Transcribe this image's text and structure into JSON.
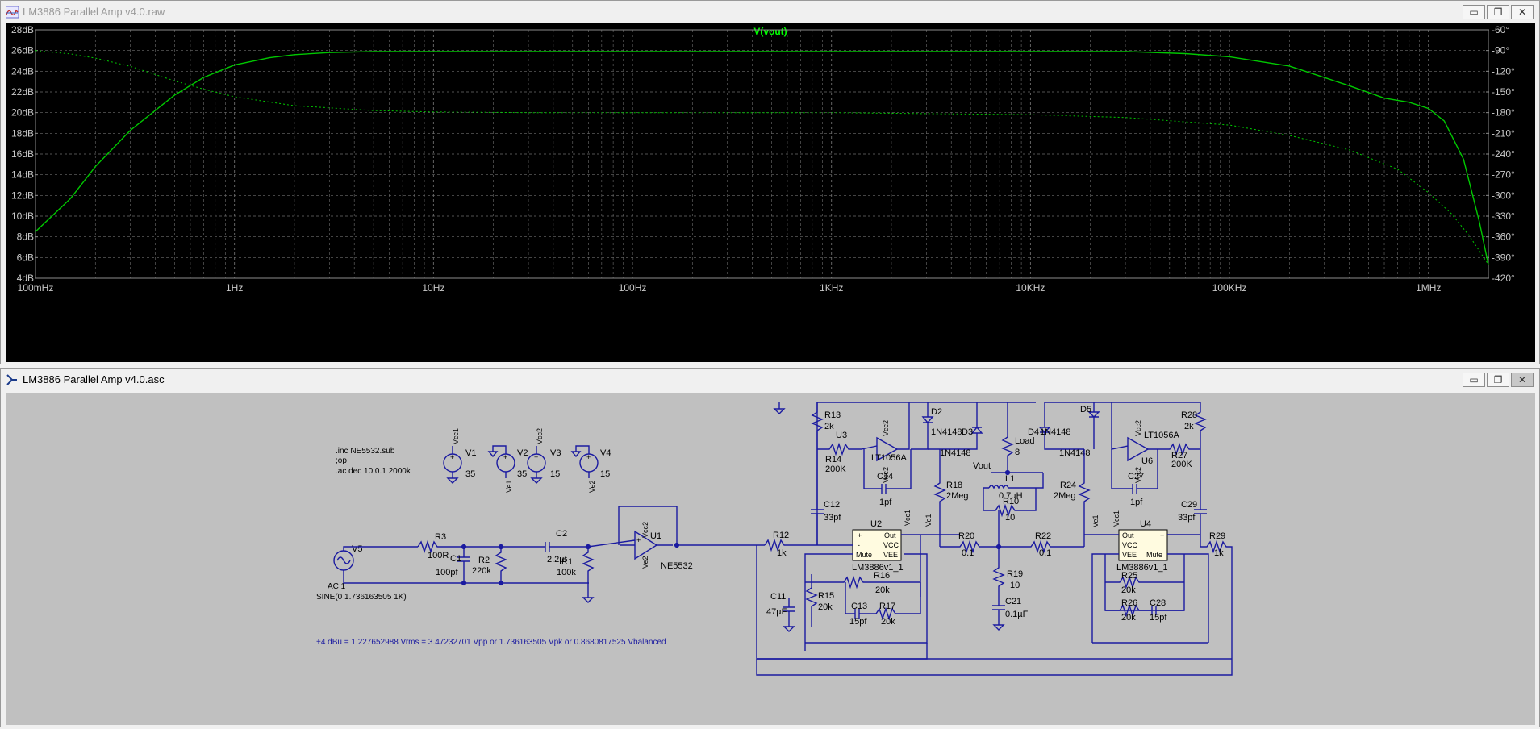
{
  "plot_window": {
    "title": "LM3886 Parallel Amp v4.0.raw",
    "trace_label": "V(vout)",
    "buttons": {
      "minimize": "▭",
      "restore": "❐",
      "close": "✕"
    }
  },
  "chart_data": {
    "type": "line",
    "title": "V(vout)",
    "x_scale": "log",
    "xlim": [
      0.1,
      2000000
    ],
    "x_tick_labels": [
      "100mHz",
      "1Hz",
      "10Hz",
      "100Hz",
      "1KHz",
      "10KHz",
      "100KHz",
      "1MHz"
    ],
    "x_tick_values": [
      0.1,
      1,
      10,
      100,
      1000,
      10000,
      100000,
      1000000
    ],
    "ylim_left": [
      4,
      28
    ],
    "y_left_tick_labels": [
      "28dB",
      "26dB",
      "24dB",
      "22dB",
      "20dB",
      "18dB",
      "16dB",
      "14dB",
      "12dB",
      "10dB",
      "8dB",
      "6dB",
      "4dB"
    ],
    "ylim_right": [
      -420,
      -60
    ],
    "y_right_tick_labels": [
      "-60°",
      "-90°",
      "-120°",
      "-150°",
      "-180°",
      "-210°",
      "-240°",
      "-270°",
      "-300°",
      "-330°",
      "-360°",
      "-390°",
      "-420°"
    ],
    "grid": true,
    "colors": {
      "background": "#000000",
      "trace": "#00c800",
      "grid": "#6e6e6e",
      "axis_text": "#c8c8c8",
      "title_text": "#00ff00"
    },
    "series": [
      {
        "name": "V(vout)",
        "axis": "left",
        "style": "solid",
        "x": [
          0.1,
          0.15,
          0.2,
          0.3,
          0.5,
          0.7,
          1,
          1.5,
          2,
          3,
          5,
          10,
          20,
          100,
          1000,
          10000,
          30000,
          60000,
          100000,
          200000,
          400000,
          600000,
          800000,
          1000000,
          1200000,
          1500000,
          1800000,
          2000000
        ],
        "y": [
          8.5,
          11.7,
          14.8,
          18.3,
          21.7,
          23.4,
          24.6,
          25.3,
          25.6,
          25.8,
          25.9,
          25.9,
          25.9,
          25.9,
          25.9,
          25.9,
          25.9,
          25.7,
          25.4,
          24.5,
          22.6,
          21.4,
          21.0,
          20.4,
          19.2,
          15.5,
          9.5,
          5.3
        ]
      },
      {
        "name": "V(vout) phase",
        "axis": "right",
        "style": "dashed",
        "x": [
          0.1,
          0.15,
          0.2,
          0.3,
          0.5,
          0.7,
          1,
          2,
          5,
          10,
          30,
          100,
          1000,
          10000,
          30000,
          100000,
          200000,
          400000,
          700000,
          1000000,
          1300000,
          1600000,
          2000000
        ],
        "y": [
          -90,
          -95,
          -101,
          -113,
          -134,
          -146,
          -157,
          -170,
          -177,
          -179,
          -180,
          -180,
          -180,
          -183,
          -187,
          -198,
          -213,
          -234,
          -262,
          -296,
          -326,
          -358,
          -400
        ]
      }
    ]
  },
  "schematic_window": {
    "title": "LM3886 Parallel Amp v4.0.asc",
    "buttons": {
      "minimize": "▭",
      "restore": "❐",
      "close": "✕"
    },
    "directives": [
      ".inc NE5532.sub",
      ";op",
      ".ac dec 10 0.1 2000k"
    ],
    "note": "+4 dBu = 1.227652988 Vrms = 3.47232701 Vpp or 1.736163505 Vpk or 0.8680817525 Vbalanced",
    "sources": [
      {
        "name": "V1",
        "value": "35",
        "plus": "Vcc1"
      },
      {
        "name": "V2",
        "value": "35",
        "minus": "Ve1"
      },
      {
        "name": "V3",
        "value": "15",
        "plus": "Vcc2"
      },
      {
        "name": "V4",
        "value": "15",
        "minus": "Ve2"
      }
    ],
    "input_source": {
      "name": "V5",
      "ac": "AC 1",
      "sine": "SINE(0 1.736163505 1K)"
    },
    "components": [
      {
        "ref": "R3",
        "value": "100R"
      },
      {
        "ref": "C1",
        "value": "100pf"
      },
      {
        "ref": "R2",
        "value": "220k"
      },
      {
        "ref": "C2",
        "value": "2.2µf"
      },
      {
        "ref": "R1",
        "value": "100k"
      },
      {
        "ref": "U1",
        "value": "NE5532"
      },
      {
        "ref": "R12",
        "value": "1k"
      },
      {
        "ref": "R13",
        "value": "2k"
      },
      {
        "ref": "R14",
        "value": "200K"
      },
      {
        "ref": "U3",
        "value": "LT1056A"
      },
      {
        "ref": "C14",
        "value": "1pf"
      },
      {
        "ref": "C12",
        "value": "33pf"
      },
      {
        "ref": "D2",
        "value": "1N4148"
      },
      {
        "ref": "D3",
        "value": "1N4148"
      },
      {
        "ref": "R18",
        "value": "2Meg"
      },
      {
        "ref": "U2",
        "value": "LM3886v1_1"
      },
      {
        "ref": "R16",
        "value": "20k"
      },
      {
        "ref": "R17",
        "value": "20k"
      },
      {
        "ref": "C13",
        "value": "15pf"
      },
      {
        "ref": "R15",
        "value": "20k"
      },
      {
        "ref": "C11",
        "value": "47µF"
      },
      {
        "ref": "R20",
        "value": "0.1"
      },
      {
        "ref": "Load",
        "value": "8"
      },
      {
        "ref": "L1",
        "value": "0.7µH"
      },
      {
        "ref": "R10",
        "value": "10"
      },
      {
        "ref": "R19",
        "value": "10"
      },
      {
        "ref": "C21",
        "value": "0.1µF"
      },
      {
        "ref": "R22",
        "value": "0.1"
      },
      {
        "ref": "D4",
        "value": "1N4148"
      },
      {
        "ref": "D5",
        "value": "1N4148"
      },
      {
        "ref": "R24",
        "value": "2Meg"
      },
      {
        "ref": "U6",
        "value": "LT1056A"
      },
      {
        "ref": "C27",
        "value": "1pf"
      },
      {
        "ref": "R27",
        "value": "200K"
      },
      {
        "ref": "R28",
        "value": "2k"
      },
      {
        "ref": "C29",
        "value": "33pf"
      },
      {
        "ref": "R29",
        "value": "1k"
      },
      {
        "ref": "U4",
        "value": "LM3886v1_1"
      },
      {
        "ref": "R25",
        "value": "20k"
      },
      {
        "ref": "R26",
        "value": "20k"
      },
      {
        "ref": "C28",
        "value": "15pf"
      }
    ],
    "net_labels": {
      "vout": "Vout",
      "vcc1": "Vcc1",
      "ve1": "Ve1",
      "vcc2": "Vcc2",
      "ve2": "Ve2"
    },
    "pin_labels": {
      "out": "Out",
      "vcc": "VCC",
      "vee": "VEE",
      "mute": "Mute",
      "plus": "+",
      "minus": "-"
    }
  }
}
